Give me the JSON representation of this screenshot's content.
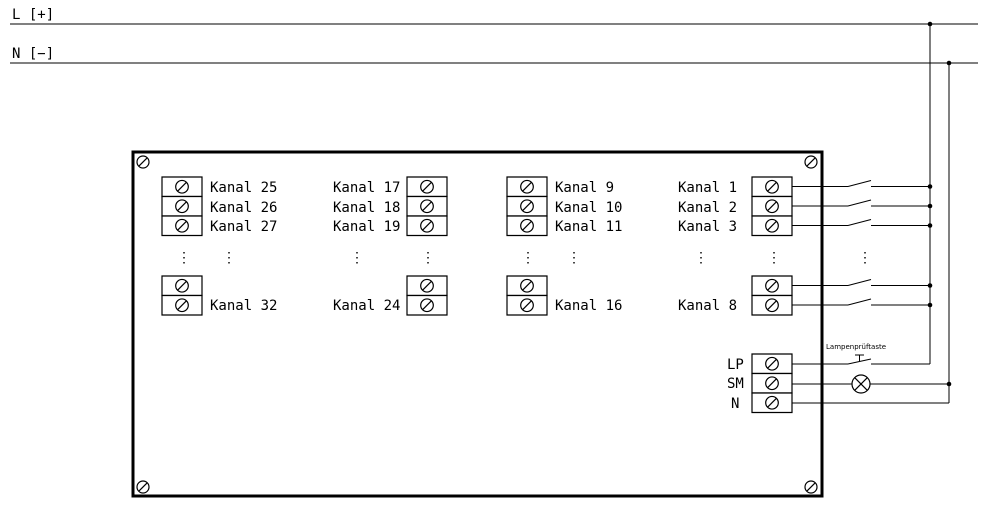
{
  "rails": {
    "L": "L [+]",
    "N": "N [−]"
  },
  "groups": {
    "g4": {
      "labels": [
        "Kanal 25",
        "Kanal 26",
        "Kanal 27",
        "Kanal 32"
      ]
    },
    "g3": {
      "labels": [
        "Kanal 17",
        "Kanal 18",
        "Kanal 19",
        "Kanal 24"
      ]
    },
    "g2": {
      "labels": [
        "Kanal 9",
        "Kanal 10",
        "Kanal 11",
        "Kanal 16"
      ]
    },
    "g1": {
      "labels": [
        "Kanal 1",
        "Kanal 2",
        "Kanal 3",
        "Kanal 8"
      ]
    }
  },
  "bottom_terminals": [
    "LP",
    "SM",
    "N"
  ],
  "lamp_test_label": "Lampenprüftaste",
  "ellipsis": "⋮"
}
